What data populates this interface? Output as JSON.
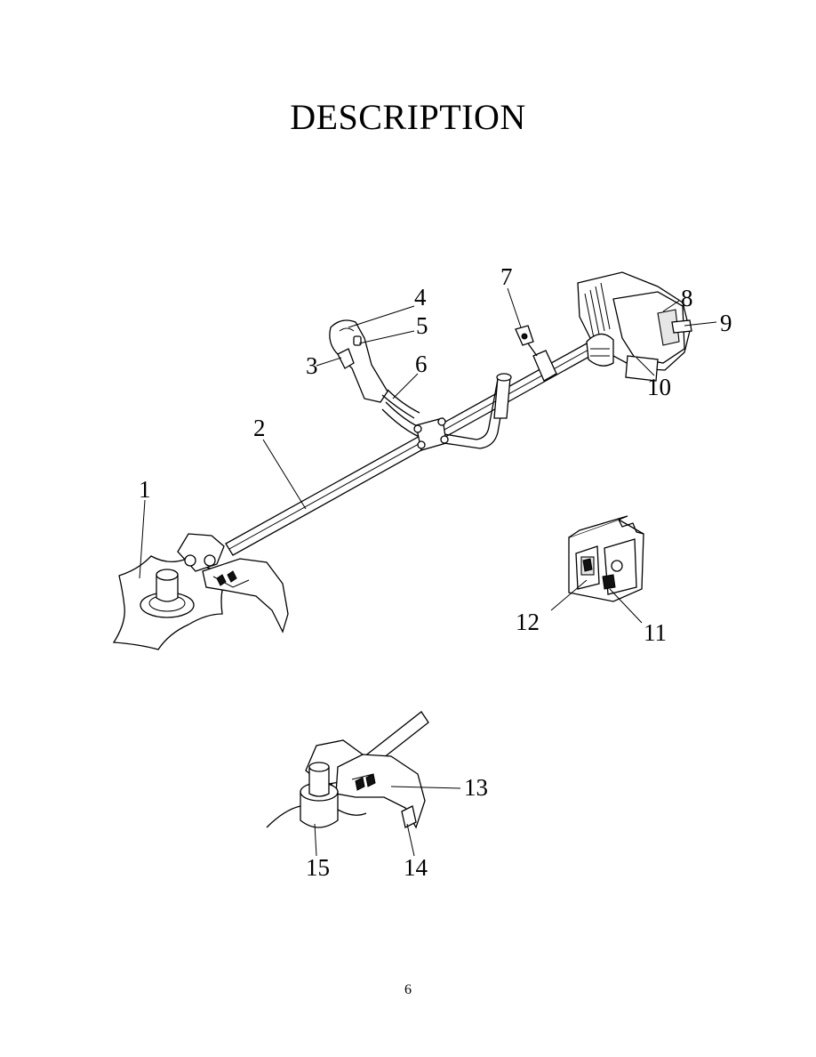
{
  "page": {
    "title": "DESCRIPTION",
    "page_number": "6"
  },
  "figure": {
    "callouts": [
      "1",
      "2",
      "3",
      "4",
      "5",
      "6",
      "7",
      "8",
      "9",
      "10",
      "11",
      "12",
      "13",
      "14",
      "15"
    ]
  }
}
